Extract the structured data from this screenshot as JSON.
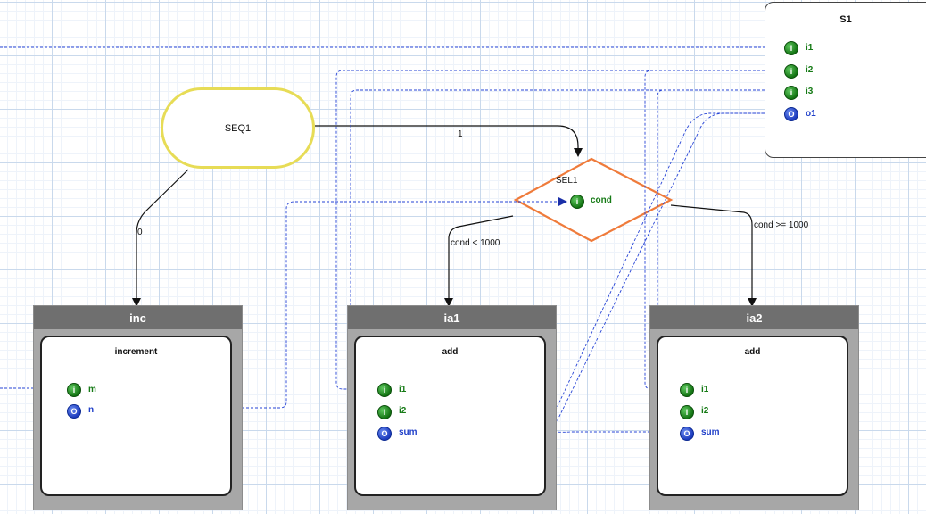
{
  "seq": {
    "label": "SEQ1"
  },
  "select": {
    "label": "SEL1",
    "port": {
      "label": "cond",
      "glyph": "i"
    }
  },
  "s1": {
    "title": "S1",
    "ports": [
      {
        "label": "i1",
        "glyph": "i",
        "kind": "in"
      },
      {
        "label": "i2",
        "glyph": "i",
        "kind": "in"
      },
      {
        "label": "i3",
        "glyph": "i",
        "kind": "in"
      },
      {
        "label": "o1",
        "glyph": "O",
        "kind": "out"
      }
    ]
  },
  "components": {
    "inc": {
      "title": "inc",
      "type": "increment",
      "ports": [
        {
          "label": "m",
          "glyph": "i",
          "kind": "in"
        },
        {
          "label": "n",
          "glyph": "O",
          "kind": "out"
        }
      ]
    },
    "ia1": {
      "title": "ia1",
      "type": "add",
      "ports": [
        {
          "label": "i1",
          "glyph": "i",
          "kind": "in"
        },
        {
          "label": "i2",
          "glyph": "i",
          "kind": "in"
        },
        {
          "label": "sum",
          "glyph": "O",
          "kind": "out"
        }
      ]
    },
    "ia2": {
      "title": "ia2",
      "type": "add",
      "ports": [
        {
          "label": "i1",
          "glyph": "i",
          "kind": "in"
        },
        {
          "label": "i2",
          "glyph": "i",
          "kind": "in"
        },
        {
          "label": "sum",
          "glyph": "O",
          "kind": "out"
        }
      ]
    }
  },
  "edges": {
    "seq_to_sel": "1",
    "seq_to_inc": "0",
    "sel_to_ia1": "cond < 1000",
    "sel_to_ia2": "cond >= 1000"
  },
  "colors": {
    "control_flow": "#111111",
    "data_flow": "#2643d6",
    "seq_border": "#e7dc56",
    "select_border": "#ef7b3b",
    "input_port": "#137313",
    "output_port": "#1c3bbd"
  }
}
